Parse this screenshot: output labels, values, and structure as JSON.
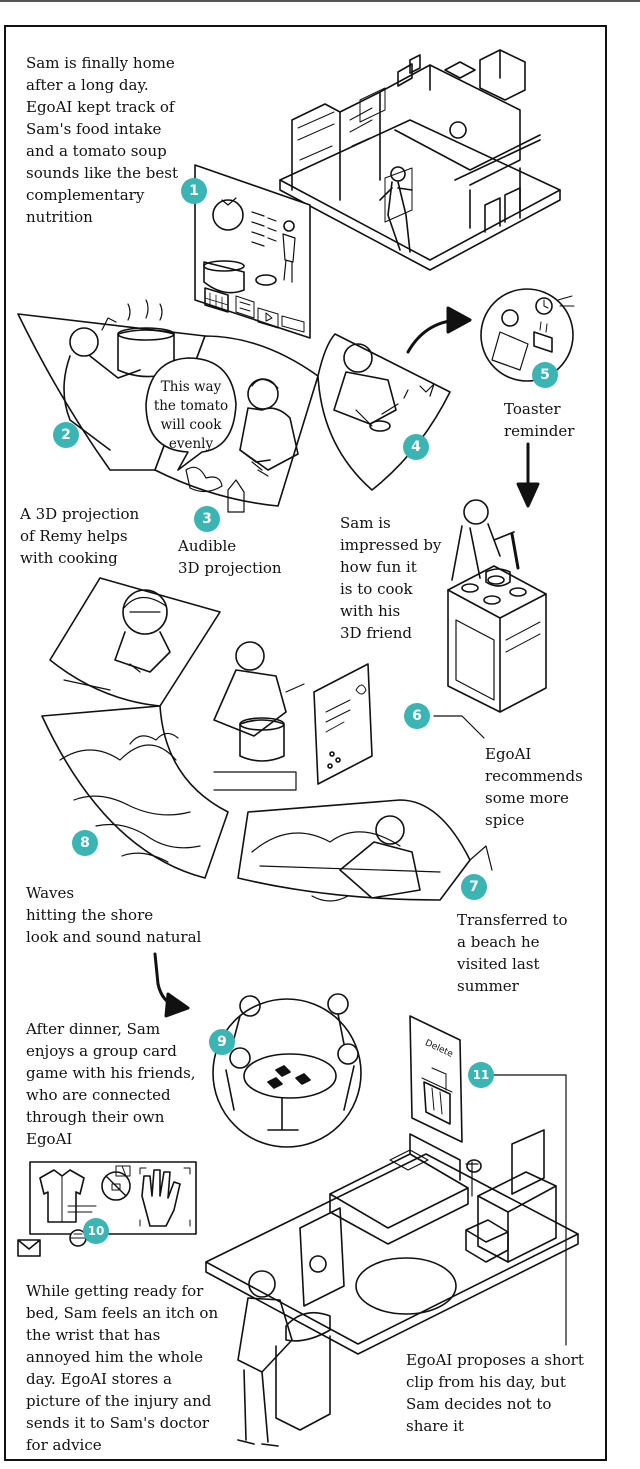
{
  "colors": {
    "accent": "#3ab5b3",
    "ink": "#111111",
    "paper": "#ffffff"
  },
  "steps": [
    {
      "number": "1",
      "caption": "Sam is finally home\nafter a long day.\nEgoAI kept track of\nSam's food intake\nand a tomato soup\nsounds like the best\ncomplementary\nnutrition"
    },
    {
      "number": "2",
      "caption": "A 3D projection\nof Remy helps\nwith cooking"
    },
    {
      "number": "3",
      "caption": "Audible\n3D projection"
    },
    {
      "number": "4",
      "caption": "Sam is\nimpressed by\nhow fun it\nis to cook\nwith his\n3D friend"
    },
    {
      "number": "5",
      "caption": "Toaster\nreminder"
    },
    {
      "number": "6",
      "caption": "EgoAI\nrecommends\nsome more\nspice"
    },
    {
      "number": "7",
      "caption": "Transferred to\na beach he\nvisited last\nsummer"
    },
    {
      "number": "8",
      "caption": "Waves\nhitting the shore\nlook and sound natural"
    },
    {
      "number": "9",
      "caption": "After dinner, Sam\nenjoys a group card\ngame with his friends,\nwho are connected\nthrough their own\nEgoAI"
    },
    {
      "number": "10",
      "caption": "While getting ready for\nbed, Sam feels an itch on\nthe wrist that has\nannoyed him the whole\nday. EgoAI stores a\npicture of the injury and\nsends it to Sam's doctor\nfor advice"
    },
    {
      "number": "11",
      "caption": "EgoAI proposes a short\nclip from his day, but\nSam decides not to\nshare it"
    }
  ],
  "speech_bubble": "This way\nthe tomato\nwill cook\nevenly",
  "delete_label": "Delete",
  "icons": [
    "tomato-icon",
    "body-icon",
    "pot-icon",
    "calendar-icon",
    "trash-icon",
    "envelope-icon",
    "hand-icon",
    "shirt-icon",
    "no-bug-icon",
    "clock-icon",
    "toaster-icon"
  ]
}
